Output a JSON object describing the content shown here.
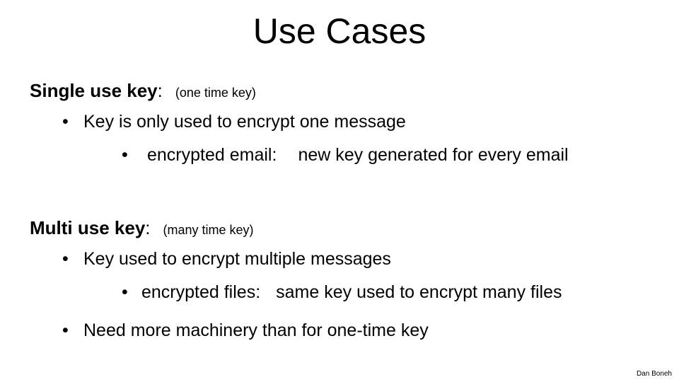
{
  "slide": {
    "title": "Use Cases",
    "section1": {
      "heading": "Single use key",
      "colon": ":",
      "note": "(one time key)",
      "bullet1": "Key is only used to encrypt one message",
      "sub_bullet_label": "encrypted email:",
      "sub_bullet_text": "new key generated for every email"
    },
    "section2": {
      "heading": "Multi use key",
      "colon": ":",
      "note": "(many time key)",
      "bullet1": "Key used to encrypt multiple messages",
      "sub_bullet_label": "encrypted files:",
      "sub_bullet_text": "same key used to encrypt many files",
      "bullet2": "Need more machinery than for one-time key"
    },
    "bullet_glyph": "•",
    "footer": "Dan Boneh"
  }
}
